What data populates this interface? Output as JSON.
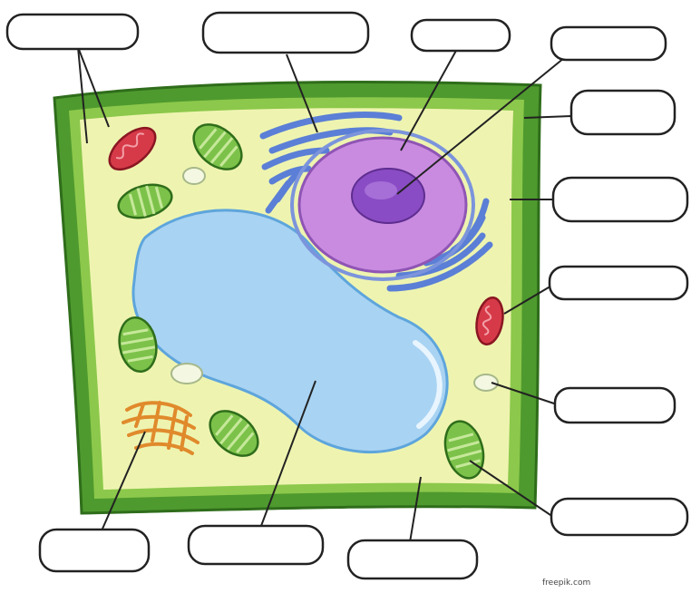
{
  "diagram": {
    "labels": [
      {
        "id": "box-1",
        "text": ""
      },
      {
        "id": "box-2",
        "text": ""
      },
      {
        "id": "box-3",
        "text": ""
      },
      {
        "id": "box-4",
        "text": ""
      },
      {
        "id": "box-5",
        "text": ""
      },
      {
        "id": "box-6",
        "text": ""
      },
      {
        "id": "box-7",
        "text": ""
      },
      {
        "id": "box-8",
        "text": ""
      },
      {
        "id": "box-9",
        "text": ""
      },
      {
        "id": "box-10",
        "text": ""
      },
      {
        "id": "box-11",
        "text": ""
      },
      {
        "id": "box-12",
        "text": ""
      },
      {
        "id": "box-13",
        "text": ""
      }
    ]
  },
  "credit": "freepik.com",
  "colors": {
    "cell_wall": "#4e9a2e",
    "cytoplasm": "#eef4b0",
    "vacuole": "#a9d3f2",
    "nucleus": "#c98be0",
    "nucleolus": "#8a4cc4",
    "golgi": "#5b7fd6",
    "mitochondrion": "#d63a48",
    "chloroplast": "#7cc24a",
    "ribosome_cluster": "#e08a2c",
    "leader_line": "#222222"
  }
}
